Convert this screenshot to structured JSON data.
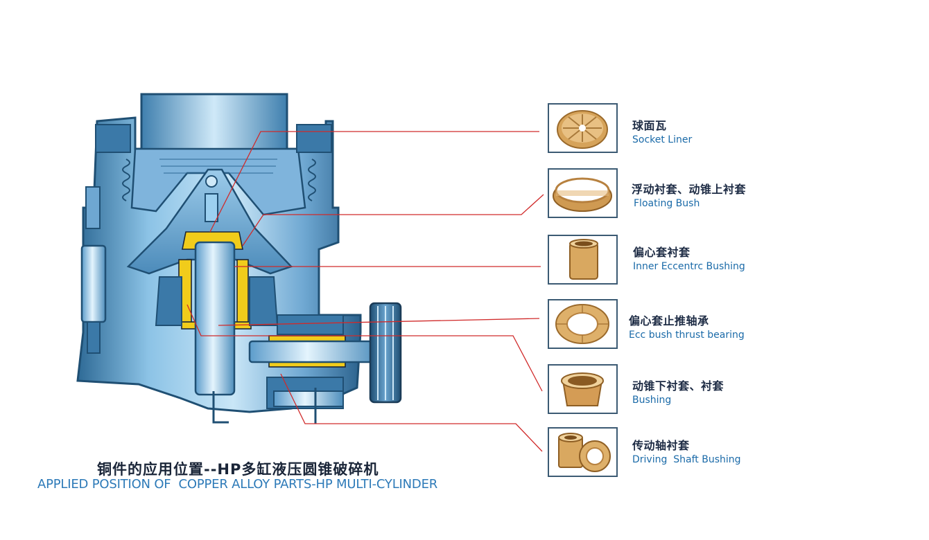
{
  "parts": [
    {
      "zh": "球面瓦",
      "en": "Socket Liner",
      "icon": "bronze-disc-icon"
    },
    {
      "zh": "浮动衬套、动锥上衬套",
      "en": "Floating Bush",
      "icon": "bronze-ring-icon"
    },
    {
      "zh": "偏心套衬套",
      "en": "Inner Eccentrc Bushing",
      "icon": "bronze-sleeve-icon"
    },
    {
      "zh": "偏心套止推轴承",
      "en": "Ecc bush thrust bearing",
      "icon": "thrust-ring-icon"
    },
    {
      "zh": "动锥下衬套、衬套",
      "en": "Bushing",
      "icon": "flanged-bushing-icon"
    },
    {
      "zh": "传动轴衬套",
      "en": "Driving  Shaft Bushing",
      "icon": "shaft-bushing-pair-icon"
    }
  ],
  "caption": {
    "zh": "铜件的应用位置--HP多缸液压圆锥破碎机",
    "en": "APPLIED POSITION OF  COPPER ALLOY PARTS-HP MULTI-CYLINDER"
  },
  "colors": {
    "machine_dark": "#1f4f73",
    "machine_mid": "#4f8fbd",
    "machine_light": "#a9d4ef",
    "bronze_part": "#f1cc1b",
    "leader_line": "#d02a2a",
    "box_border": "#3b5a73"
  }
}
